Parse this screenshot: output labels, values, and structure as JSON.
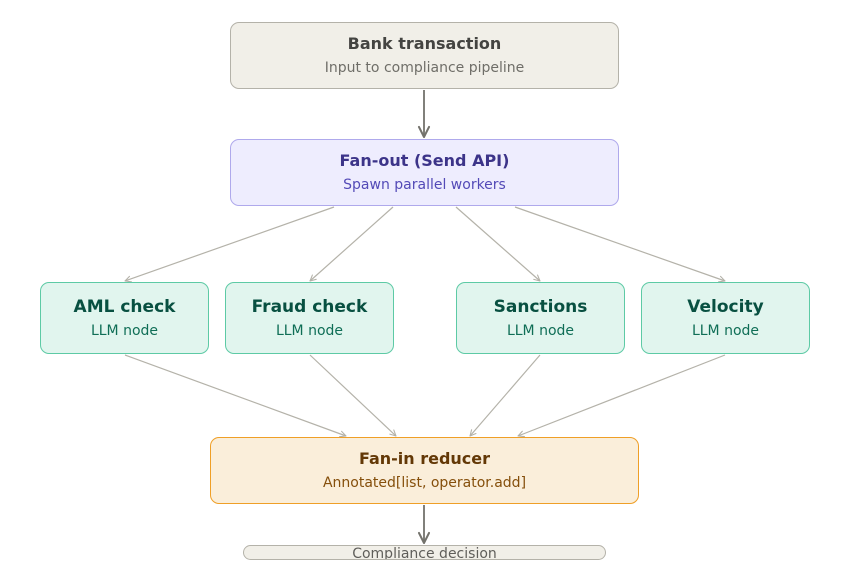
{
  "nodes": {
    "bank_transaction": {
      "title": "Bank transaction",
      "subtitle": "Input to compliance pipeline"
    },
    "fan_out": {
      "title": "Fan-out (Send API)",
      "subtitle": "Spawn parallel workers"
    },
    "workers": [
      {
        "title": "AML check",
        "subtitle": "LLM node"
      },
      {
        "title": "Fraud check",
        "subtitle": "LLM node"
      },
      {
        "title": "Sanctions",
        "subtitle": "LLM node"
      },
      {
        "title": "Velocity",
        "subtitle": "LLM node"
      }
    ],
    "fan_in": {
      "title": "Fan-in reducer",
      "subtitle": "Annotated[list, operator.add]"
    },
    "decision": {
      "title": "Compliance decision"
    }
  },
  "colors": {
    "input": "#f1efe8",
    "fan_out": "#eeedfe",
    "worker": "#e1f5ee",
    "fan_in": "#faeeda",
    "edge_main": "#73726c",
    "edge_branch": "#b4b2a9"
  }
}
